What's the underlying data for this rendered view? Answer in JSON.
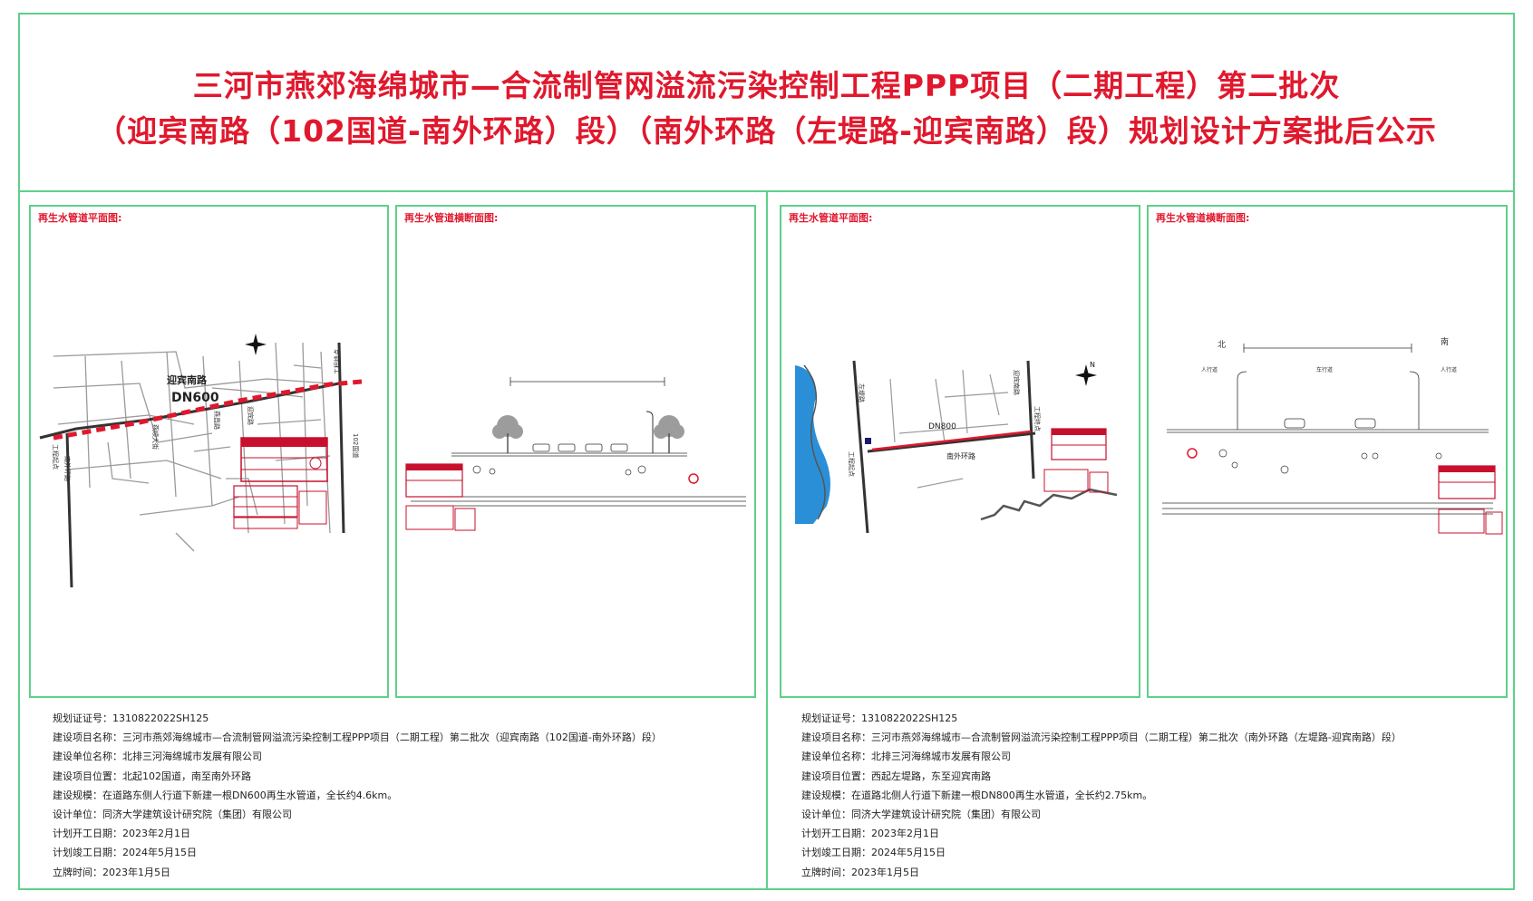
{
  "title": {
    "line1": "三河市燕郊海绵城市—合流制管网溢流污染控制工程PPP项目（二期工程）第二批次",
    "line2": "（迎宾南路（102国道-南外环路）段）（南外环路（左堤路-迎宾南路）段）规划设计方案批后公示"
  },
  "colors": {
    "title": "#e0182d",
    "frame": "#5fd08a",
    "pipe": "#e0182d",
    "river": "#2a8fd6"
  },
  "panels": {
    "left_plan_label": "再生水管道平面图:",
    "left_section_label": "再生水管道横断面图:",
    "right_plan_label": "再生水管道平面图:",
    "right_section_label": "再生水管道横断面图:"
  },
  "left_map": {
    "road": "迎宾南路",
    "pipe": "DN600",
    "labels": [
      "工程起点",
      "南外环路",
      "工程终点",
      "102国道",
      "燕顺大街",
      "燕昌路",
      "迎宾路"
    ]
  },
  "right_map": {
    "pipe": "DN800",
    "road": "南外环路",
    "labels": [
      "左堤路",
      "迎宾南路",
      "工程起点",
      "工程终点",
      "N"
    ]
  },
  "right_section": {
    "north": "北",
    "south": "南",
    "sidewalk_left": "人行道",
    "carriageway": "车行道",
    "sidewalk_right": "人行道"
  },
  "left_info": [
    "规划证证号：1310822022SH125",
    "建设项目名称：三河市燕郊海绵城市—合流制管网溢流污染控制工程PPP项目（二期工程）第二批次（迎宾南路（102国道-南外环路）段）",
    "建设单位名称：北排三河海绵城市发展有限公司",
    "建设项目位置：北起102国道，南至南外环路",
    "建设规模：在道路东侧人行道下新建一根DN600再生水管道，全长约4.6km。",
    "设计单位：同济大学建筑设计研究院（集团）有限公司",
    "计划开工日期：2023年2月1日",
    "计划竣工日期：2024年5月15日",
    "立牌时间：2023年1月5日"
  ],
  "right_info": [
    "规划证证号：1310822022SH125",
    "建设项目名称：三河市燕郊海绵城市—合流制管网溢流污染控制工程PPP项目（二期工程）第二批次（南外环路（左堤路-迎宾南路）段）",
    "建设单位名称：北排三河海绵城市发展有限公司",
    "建设项目位置：西起左堤路，东至迎宾南路",
    "建设规模：在道路北侧人行道下新建一根DN800再生水管道，全长约2.75km。",
    "设计单位：同济大学建筑设计研究院（集团）有限公司",
    "计划开工日期：2023年2月1日",
    "计划竣工日期：2024年5月15日",
    "立牌时间：2023年1月5日"
  ]
}
